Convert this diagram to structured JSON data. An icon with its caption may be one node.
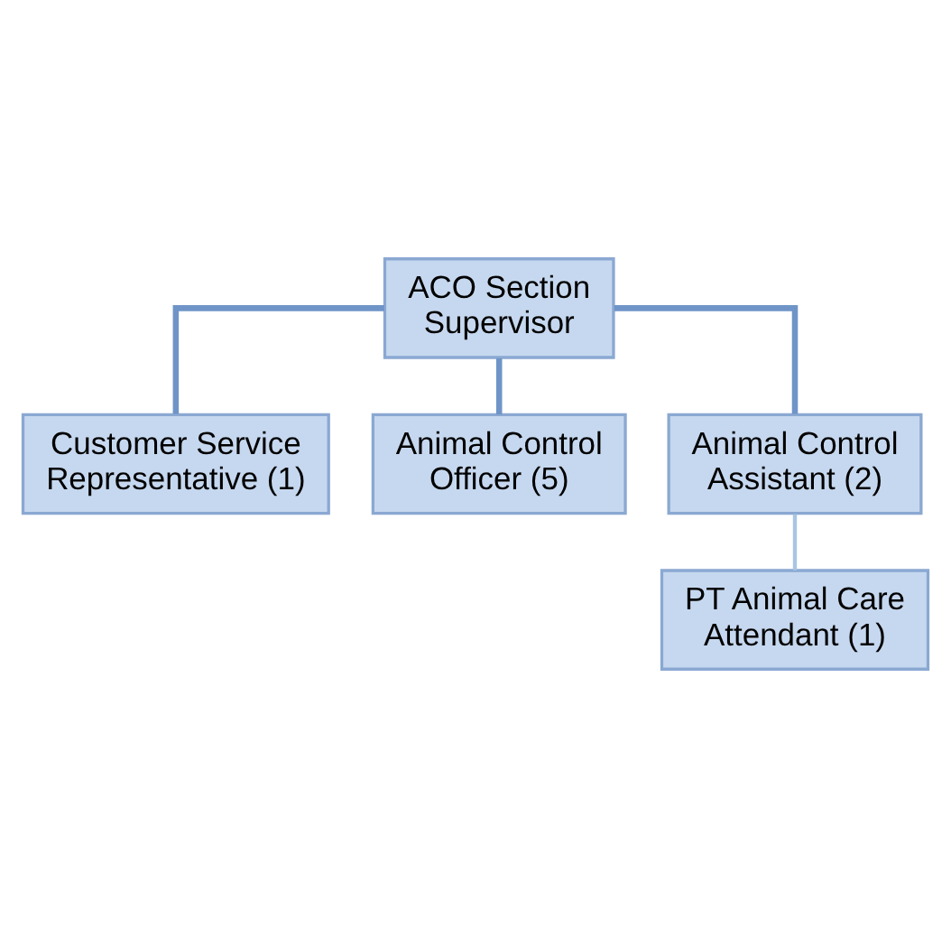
{
  "diagram": {
    "nodes": [
      {
        "text": [
          "ACO Section Supervisor"
        ]
      },
      {
        "text": [
          "Customer Service Representative (1)"
        ]
      },
      {
        "text": [
          "Animal Control Officer (5)"
        ]
      },
      {
        "text": [
          "Animal Control Assistant (2)"
        ]
      },
      {
        "text": [
          "PT Animal Care Attendant (1)"
        ]
      }
    ],
    "edges": [
      {
        "from": 0,
        "to": 1,
        "arrow": "none"
      },
      {
        "from": 0,
        "to": 2,
        "arrow": "none"
      },
      {
        "from": 0,
        "to": 3,
        "arrow": "none"
      },
      {
        "from": 3,
        "to": 4,
        "arrow": "none",
        "color": "#a9c4e4"
      }
    ]
  }
}
